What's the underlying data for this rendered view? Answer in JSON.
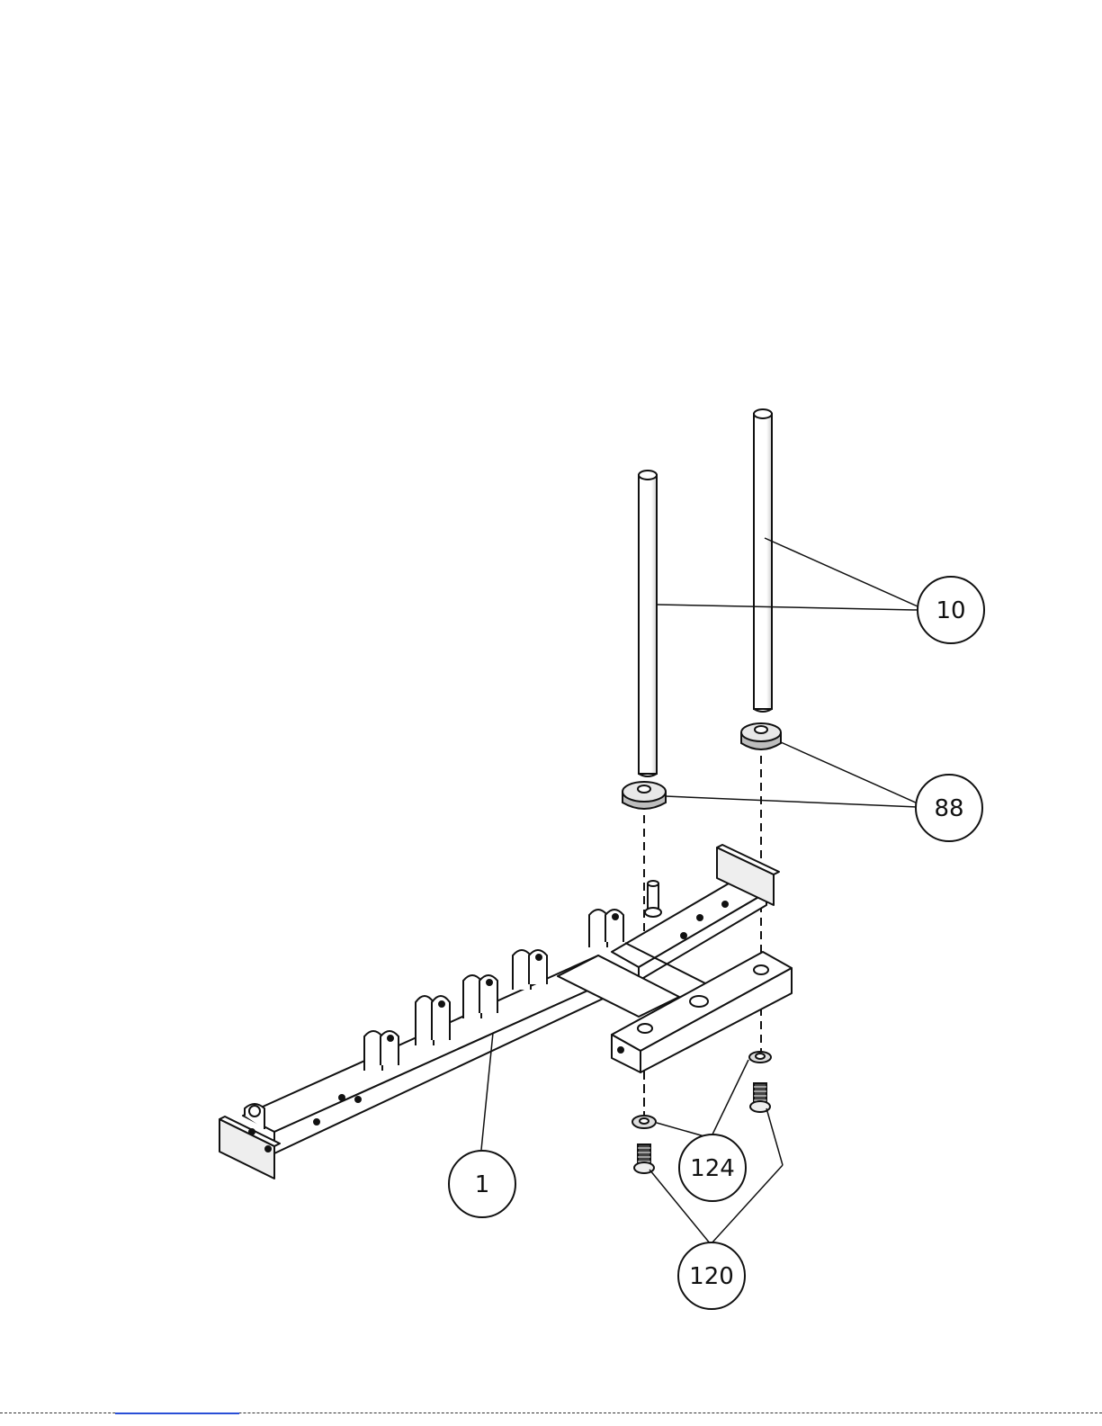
{
  "diagram": {
    "callouts": [
      {
        "id": "part-10",
        "label": "10"
      },
      {
        "id": "part-88",
        "label": "88"
      },
      {
        "id": "part-1",
        "label": "1"
      },
      {
        "id": "part-124",
        "label": "124"
      },
      {
        "id": "part-120",
        "label": "120"
      }
    ],
    "colors": {
      "line": "#111111",
      "background": "#ffffff",
      "footer_link": "#2a4fd6"
    }
  }
}
